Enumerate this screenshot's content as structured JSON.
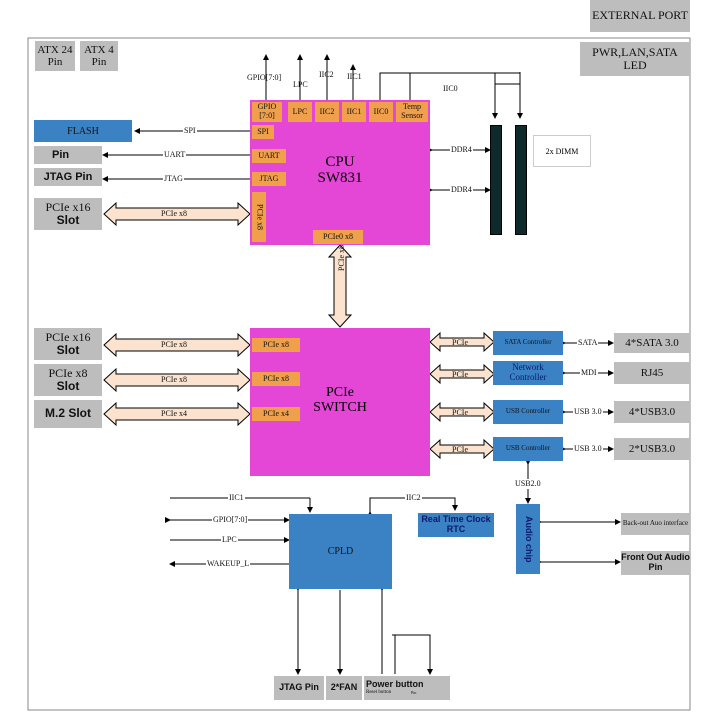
{
  "top_right": {
    "external_port": "EXTERNAL PORT",
    "pwr_lan_sata_led": "PWR,LAN,SATA LED"
  },
  "power": {
    "atx24": "ATX 24 Pin",
    "atx4": "ATX 4 Pin"
  },
  "cpu": {
    "title": "CPU",
    "model": "SW831",
    "ports": {
      "gpio": "GPIO [7:0]",
      "lpc": "LPC",
      "iic2": "IIC2",
      "iic1": "IIC1",
      "iic0": "IIC0",
      "temp": "Temp Sensor",
      "spi": "SPI",
      "uart": "UART",
      "jtag": "JTAG",
      "pcie_side": "PCIe x8",
      "pcie0": "PCIe0 x8"
    }
  },
  "left_devices": {
    "flash": "FLASH",
    "pin": "Pin",
    "jtag_pin": "JTAG Pin",
    "pcie16_top_a": "PCIe x16",
    "pcie16_top_b": "Slot"
  },
  "signals": {
    "gpio": "GPIO[7:0]",
    "lpc": "LPC",
    "iic2": "IIC2",
    "iic1": "IIC1",
    "iic0": "IIC0",
    "spi": "SPI",
    "uart": "UART",
    "jtag": "JTAG",
    "pcie_x8": "PCIe x8",
    "pcie_x4": "PCIe x4",
    "ddr4": "DDR4",
    "pcie": "PCIe",
    "sata": "SATA",
    "mdi": "MDI",
    "usb30": "USB 3.0",
    "usb20": "USB2.0",
    "wakeup": "WAKEUP_L"
  },
  "dimm": {
    "label": "2x DIMM"
  },
  "switch": {
    "title": "PCIe",
    "subtitle": "SWITCH",
    "port1": "PCIe x8",
    "port2": "PCIe x8",
    "port3": "PCIe x4"
  },
  "left_slots": {
    "s1a": "PCIe x16",
    "s1b": "Slot",
    "s2a": "PCIe x8",
    "s2b": "Slot",
    "s3": "M.2 Slot"
  },
  "controllers": {
    "sata": "SATA Controller",
    "network": "Network Controller",
    "usb1": "USB Controller",
    "usb2": "USB Controller"
  },
  "right_ports": {
    "sata": "4*SATA 3.0",
    "rj45": "RJ45",
    "usb1": "4*USB3.0",
    "usb2": "2*USB3.0"
  },
  "cpld": {
    "title": "CPLD",
    "rtc": "Real Time Clock RTC"
  },
  "audio": {
    "chip": "Audio chip",
    "back": "Back-out Auo interface",
    "front": "Front Out Audio Pin"
  },
  "bottom": {
    "jtag": "JTAG Pin",
    "fan": "2*FAN",
    "power_button": "Power button",
    "reset_button": "Reset button",
    "small": "Pin"
  }
}
